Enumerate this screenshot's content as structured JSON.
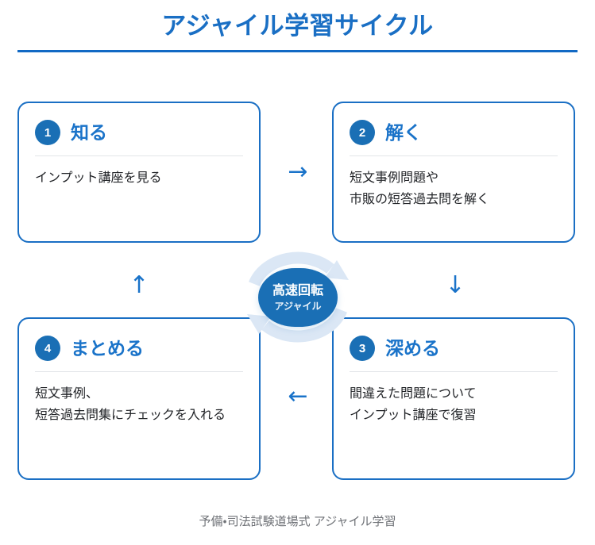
{
  "header": {
    "title": "アジャイル学習サイクル",
    "rule_color": "#1269c4",
    "title_color": "#1a6fc4"
  },
  "theme": {
    "accent_blue": "#1a6fb5",
    "title_blue": "#1a73c9",
    "arrow_blue": "#1a73c9",
    "ring_blue": "#dbe7f5",
    "divider_gray": "#e2e5e8",
    "body_text": "#222428",
    "caption_gray": "#6f7277",
    "card_bg": "#ffffff",
    "page_bg": "#ffffff"
  },
  "cards": [
    {
      "step": "1",
      "title": "知る",
      "body_lines": [
        "インプット講座を見る"
      ]
    },
    {
      "step": "2",
      "title": "解く",
      "body_lines": [
        "短文事例問題や",
        "市販の短答過去問を解く"
      ]
    },
    {
      "step": "3",
      "title": "深める",
      "body_lines": [
        "間違えた問題について",
        "インプット講座で復習"
      ]
    },
    {
      "step": "4",
      "title": "まとめる",
      "body_lines": [
        "短文事例、",
        "短答過去問集にチェックを入れる"
      ]
    }
  ],
  "arrows": {
    "right": "→",
    "down": "↓",
    "left": "←",
    "up": "↑"
  },
  "center_badge": {
    "main_label": "高速回転",
    "sub_label": "アジャイル"
  },
  "footer": {
    "caption": "予備・司法試験道場式 アジャイル学習"
  }
}
